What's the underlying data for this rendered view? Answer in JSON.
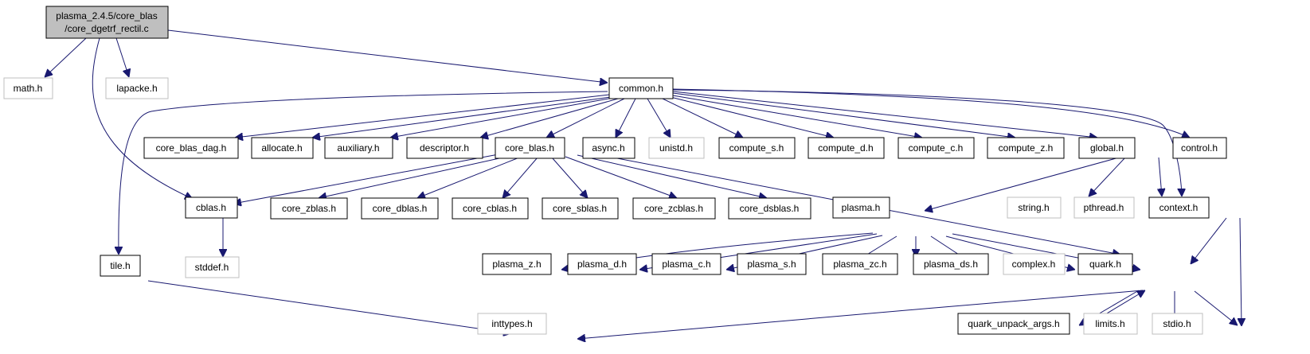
{
  "root_node": {
    "line1": "plasma_2.4.5/core_blas",
    "line2": "/core_dgetrf_rectil.c"
  },
  "nodes": {
    "math_h": "math.h",
    "lapacke_h": "lapacke.h",
    "common_h": "common.h",
    "core_blas_dag_h": "core_blas_dag.h",
    "allocate_h": "allocate.h",
    "auxiliary_h": "auxiliary.h",
    "descriptor_h": "descriptor.h",
    "core_blas_h": "core_blas.h",
    "async_h": "async.h",
    "unistd_h": "unistd.h",
    "compute_s_h": "compute_s.h",
    "compute_d_h": "compute_d.h",
    "compute_c_h": "compute_c.h",
    "compute_z_h": "compute_z.h",
    "global_h": "global.h",
    "control_h": "control.h",
    "cblas_h": "cblas.h",
    "core_zblas_h": "core_zblas.h",
    "core_dblas_h": "core_dblas.h",
    "core_cblas_h": "core_cblas.h",
    "core_sblas_h": "core_sblas.h",
    "core_zcblas_h": "core_zcblas.h",
    "core_dsblas_h": "core_dsblas.h",
    "plasma_h": "plasma.h",
    "string_h": "string.h",
    "pthread_h": "pthread.h",
    "context_h": "context.h",
    "stddef_h": "stddef.h",
    "tile_h": "tile.h",
    "plasma_z_h": "plasma_z.h",
    "plasma_d_h": "plasma_d.h",
    "plasma_c_h": "plasma_c.h",
    "plasma_s_h": "plasma_s.h",
    "plasma_zc_h": "plasma_zc.h",
    "plasma_ds_h": "plasma_ds.h",
    "complex_h": "complex.h",
    "quark_h": "quark.h",
    "inttypes_h": "inttypes.h",
    "quark_unpack_args_h": "quark_unpack_args.h",
    "limits_h": "limits.h",
    "stdio_h": "stdio.h"
  },
  "colors": {
    "edge": "#191970",
    "root_fill": "#bfbfbf",
    "node_border": "#000000",
    "external_border": "#bfbfbf",
    "external_text": "#000000"
  }
}
